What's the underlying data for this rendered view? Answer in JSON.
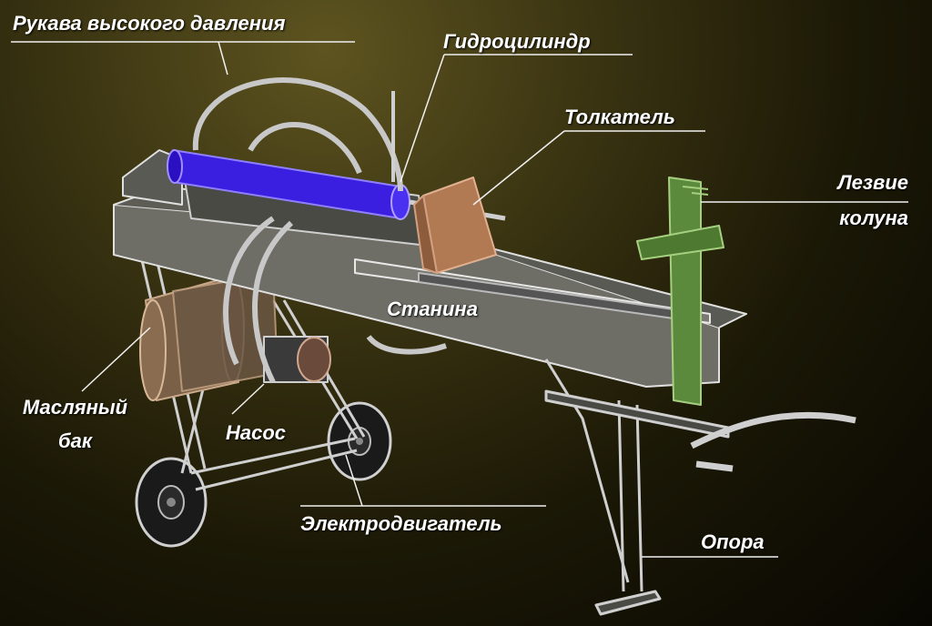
{
  "labels": {
    "hoses": "Рукава высокого давления",
    "cylinder": "Гидроцилиндр",
    "pusher": "Толкатель",
    "blade_line1": "Лезвие",
    "blade_line2": "колуна",
    "frame": "Станина",
    "oil_tank_line1": "Масляный",
    "oil_tank_line2": "бак",
    "pump": "Насос",
    "motor": "Электродвигатель",
    "support": "Опора"
  },
  "colors": {
    "cylinder": "#3a1fe0",
    "pusher": "#b27a52",
    "blade": "#5c8a3c",
    "tank": "#7a6046",
    "wire": "#d8d8d8"
  }
}
